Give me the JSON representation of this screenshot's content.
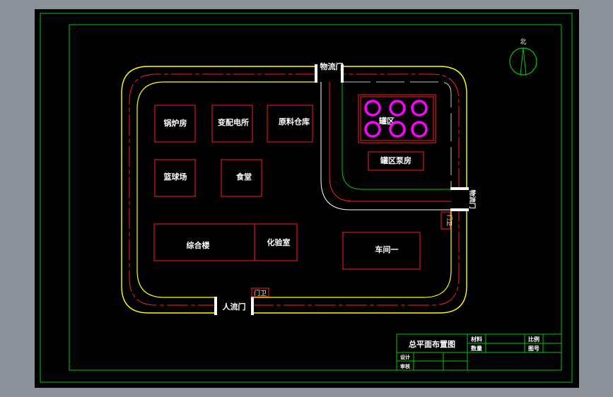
{
  "colors": {
    "background": "#8a9199",
    "paper": "#000000",
    "frame": "#00c800",
    "road_outer": "#ffff00",
    "road_center": "#ff2020",
    "tank": "#ff00ff",
    "label": "#ffffff"
  },
  "compass": {
    "label": "北"
  },
  "gates": {
    "logistics_gate": "物流门",
    "people_gate": "人流门",
    "guard_south": "门卫",
    "guard_east": "门卫",
    "east_gate": "物流门"
  },
  "buildings": {
    "boiler_room": "锅炉房",
    "substation": "变配电所",
    "raw_warehouse": "原料仓库",
    "basketball_court": "篮球场",
    "canteen": "食堂",
    "office_building": "综合楼",
    "laboratory": "化验室",
    "tank_area": "罐区",
    "tank_pump_room": "罐区泵房",
    "workshop_1": "车间一"
  },
  "title_block": {
    "drawing_title": "总平面布置图",
    "material_label": "材料",
    "quantity_label": "数量",
    "scale_label": "比例",
    "drawing_no_label": "图号",
    "designer_label": "设计",
    "reviewer_label": "审核"
  }
}
